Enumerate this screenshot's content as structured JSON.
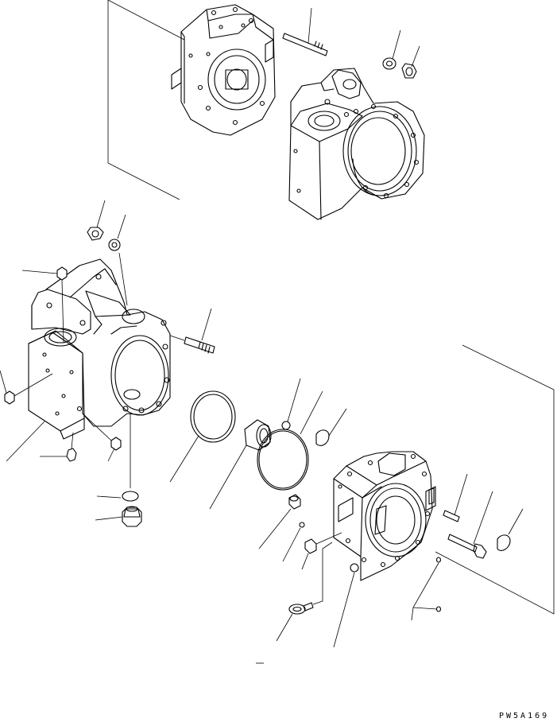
{
  "drawing_code": "PW5A169",
  "colors": {
    "line": "#000000",
    "background": "#ffffff"
  },
  "parts": [
    {
      "name": "rear-cover-plate"
    },
    {
      "name": "mounting-stud-top"
    },
    {
      "name": "washer-top"
    },
    {
      "name": "nut-top"
    },
    {
      "name": "pump-case"
    },
    {
      "name": "nut-left"
    },
    {
      "name": "washer-left"
    },
    {
      "name": "valve-body"
    },
    {
      "name": "plug-bolt-top"
    },
    {
      "name": "plug-bolt-left"
    },
    {
      "name": "plug-bolt-lower"
    },
    {
      "name": "plug-bolt-side"
    },
    {
      "name": "mounting-stud-side"
    },
    {
      "name": "o-ring-small"
    },
    {
      "name": "plug-fitting"
    },
    {
      "name": "snap-ring"
    },
    {
      "name": "needle-bearing"
    },
    {
      "name": "o-ring-small-2"
    },
    {
      "name": "o-ring-large"
    },
    {
      "name": "seal-plate"
    },
    {
      "name": "end-cover"
    },
    {
      "name": "dowel-pin"
    },
    {
      "name": "ball"
    },
    {
      "name": "plug-screw"
    },
    {
      "name": "eye-bolt"
    },
    {
      "name": "pin"
    },
    {
      "name": "bolt"
    },
    {
      "name": "seal-plate-right"
    },
    {
      "name": "small-pins"
    }
  ]
}
